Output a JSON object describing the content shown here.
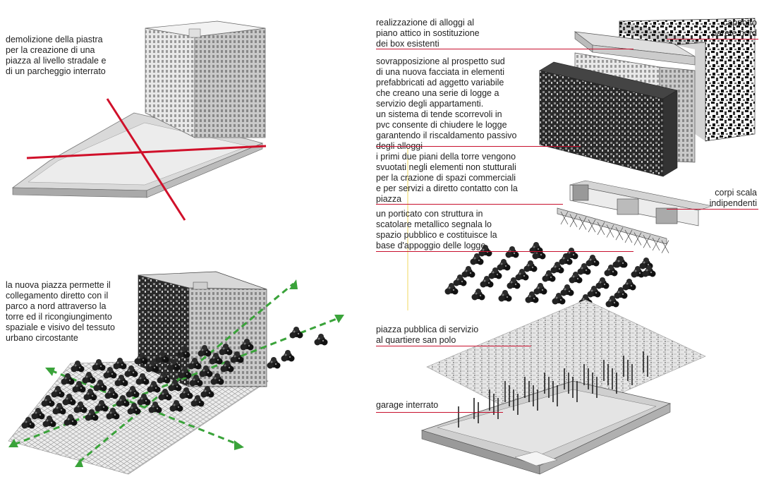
{
  "captions": {
    "demolition": "demolizione della piastra\nper la creazione di una\npiazza al livello stradale e\ndi un parcheggio interrato",
    "new_square": "la nuova piazza permette il\ncollegamento diretto con il\nparco a nord attraverso la\ntorre ed il ricongiungimento\nspaziale e visivo del tessuto\nurbano circostante",
    "penthouse": "realizzazione di alloggi al\npiano attico in sostituzione\ndei box esistenti",
    "north_coat": "cappotto\nparete nord",
    "south_facade": "sovrapposizione al prospetto sud\ndi una nuova facciata in elementi\nprefabbricati ad aggetto variabile\nche creano una serie di logge a\nservizio degli appartamenti.\nun sistema di tende scorrevoli in\npvc consente di chiudere le logge\ngarantendo il riscaldamento passivo\ndegli alloggi",
    "ground_floors": "i primi due piani della torre vengono\nsvuotati negli elementi non stutturali\nper la crazione di spazi commerciali\ne per servizi a diretto contatto con la\npiazza",
    "stair_cores": "corpi scala\nindipendenti",
    "portico": "un porticato con struttura in\nscatolare metallico segnala lo\nspazio pubblico e costituisce la\nbase d'appoggio delle logge",
    "public_square": "piazza pubblica di servizio\nal quartiere san polo",
    "garage": "garage interrato"
  },
  "colors": {
    "leader_line": "#c8102e",
    "cross_mark": "#d0102a",
    "arrow": "#3aa33a",
    "tree": "#1a1a1a",
    "building_front": "#e4e4e4",
    "building_side": "#c4c4c4",
    "slab": "#d6d6d6"
  },
  "icons": [
    "cross-mark-icon",
    "dashed-arrow-icon",
    "tree-icon"
  ]
}
